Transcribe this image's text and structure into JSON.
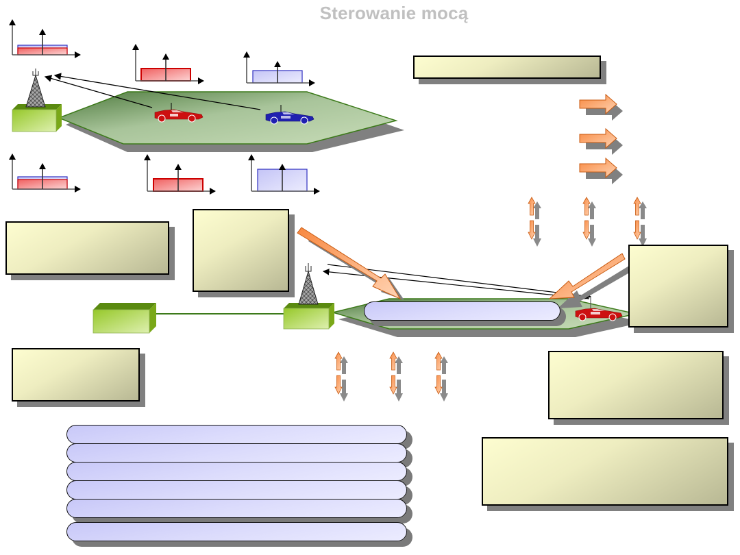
{
  "title": "Sterowanie mocą",
  "colors": {
    "title": "#c0c0c0",
    "box_fill_light": "#fdfdd0",
    "box_fill_dark": "#b8b894",
    "pill_fill": "#d4d4fa",
    "cell_fill": "#b0c8a0",
    "cell_border": "#3c7a1a",
    "node_green": "#8cc020",
    "arrow_orange": "#f8a060",
    "arrow_orange_border": "#c85a10",
    "car_red": "#cc1010",
    "car_blue": "#2020b0",
    "spectrum_red": "#cc0000",
    "spectrum_blue": "#3030c0"
  },
  "text_boxes": [
    {
      "id": "top-right-box",
      "text": ""
    },
    {
      "id": "left-box-1",
      "text": ""
    },
    {
      "id": "center-box",
      "text": ""
    },
    {
      "id": "right-tall-box",
      "text": ""
    },
    {
      "id": "left-box-2",
      "text": ""
    },
    {
      "id": "right-box-2",
      "text": ""
    },
    {
      "id": "right-box-3",
      "text": ""
    }
  ],
  "main_pill": {
    "text": ""
  },
  "stack_pills": [
    {
      "text": ""
    },
    {
      "text": ""
    },
    {
      "text": ""
    },
    {
      "text": ""
    },
    {
      "text": ""
    },
    {
      "text": ""
    }
  ],
  "spectra_top": [
    {
      "name": "received-combined",
      "bars": [
        "red",
        "blue"
      ]
    },
    {
      "name": "transmit-red",
      "bars": [
        "red"
      ]
    },
    {
      "name": "transmit-blue",
      "bars": [
        "blue"
      ]
    }
  ],
  "spectra_bottom": [
    {
      "name": "received-combined-controlled",
      "bars": [
        "red",
        "blue"
      ]
    },
    {
      "name": "transmit-red-controlled",
      "bars": [
        "red"
      ]
    },
    {
      "name": "transmit-blue-controlled",
      "bars": [
        "blue"
      ]
    }
  ],
  "icons": {
    "tower": "antenna-tower-icon",
    "car_red": "red-car-icon",
    "car_blue": "blue-car-icon",
    "node": "network-node-icon"
  }
}
